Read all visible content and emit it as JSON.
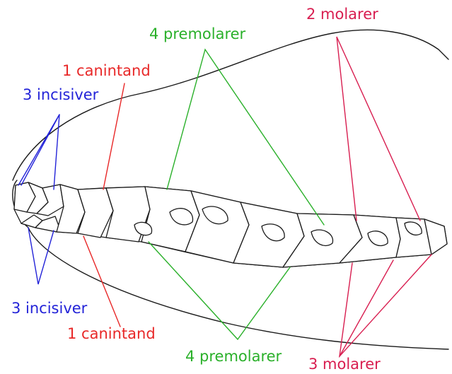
{
  "labels": {
    "upper_molars": "2 molarer",
    "upper_premolars": "4 premolarer",
    "upper_canine": "1 canintand",
    "upper_incisors": "3 incisiver",
    "lower_incisors": "3 incisiver",
    "lower_canine": "1 canintand",
    "lower_premolars": "4 premolarer",
    "lower_molars": "3 molarer"
  },
  "colors": {
    "incisors": "#2323d8",
    "canine": "#e82828",
    "premolars": "#2ab02a",
    "molars": "#d81e50",
    "outline": "#1a1a1a",
    "background": "#ffffff"
  }
}
